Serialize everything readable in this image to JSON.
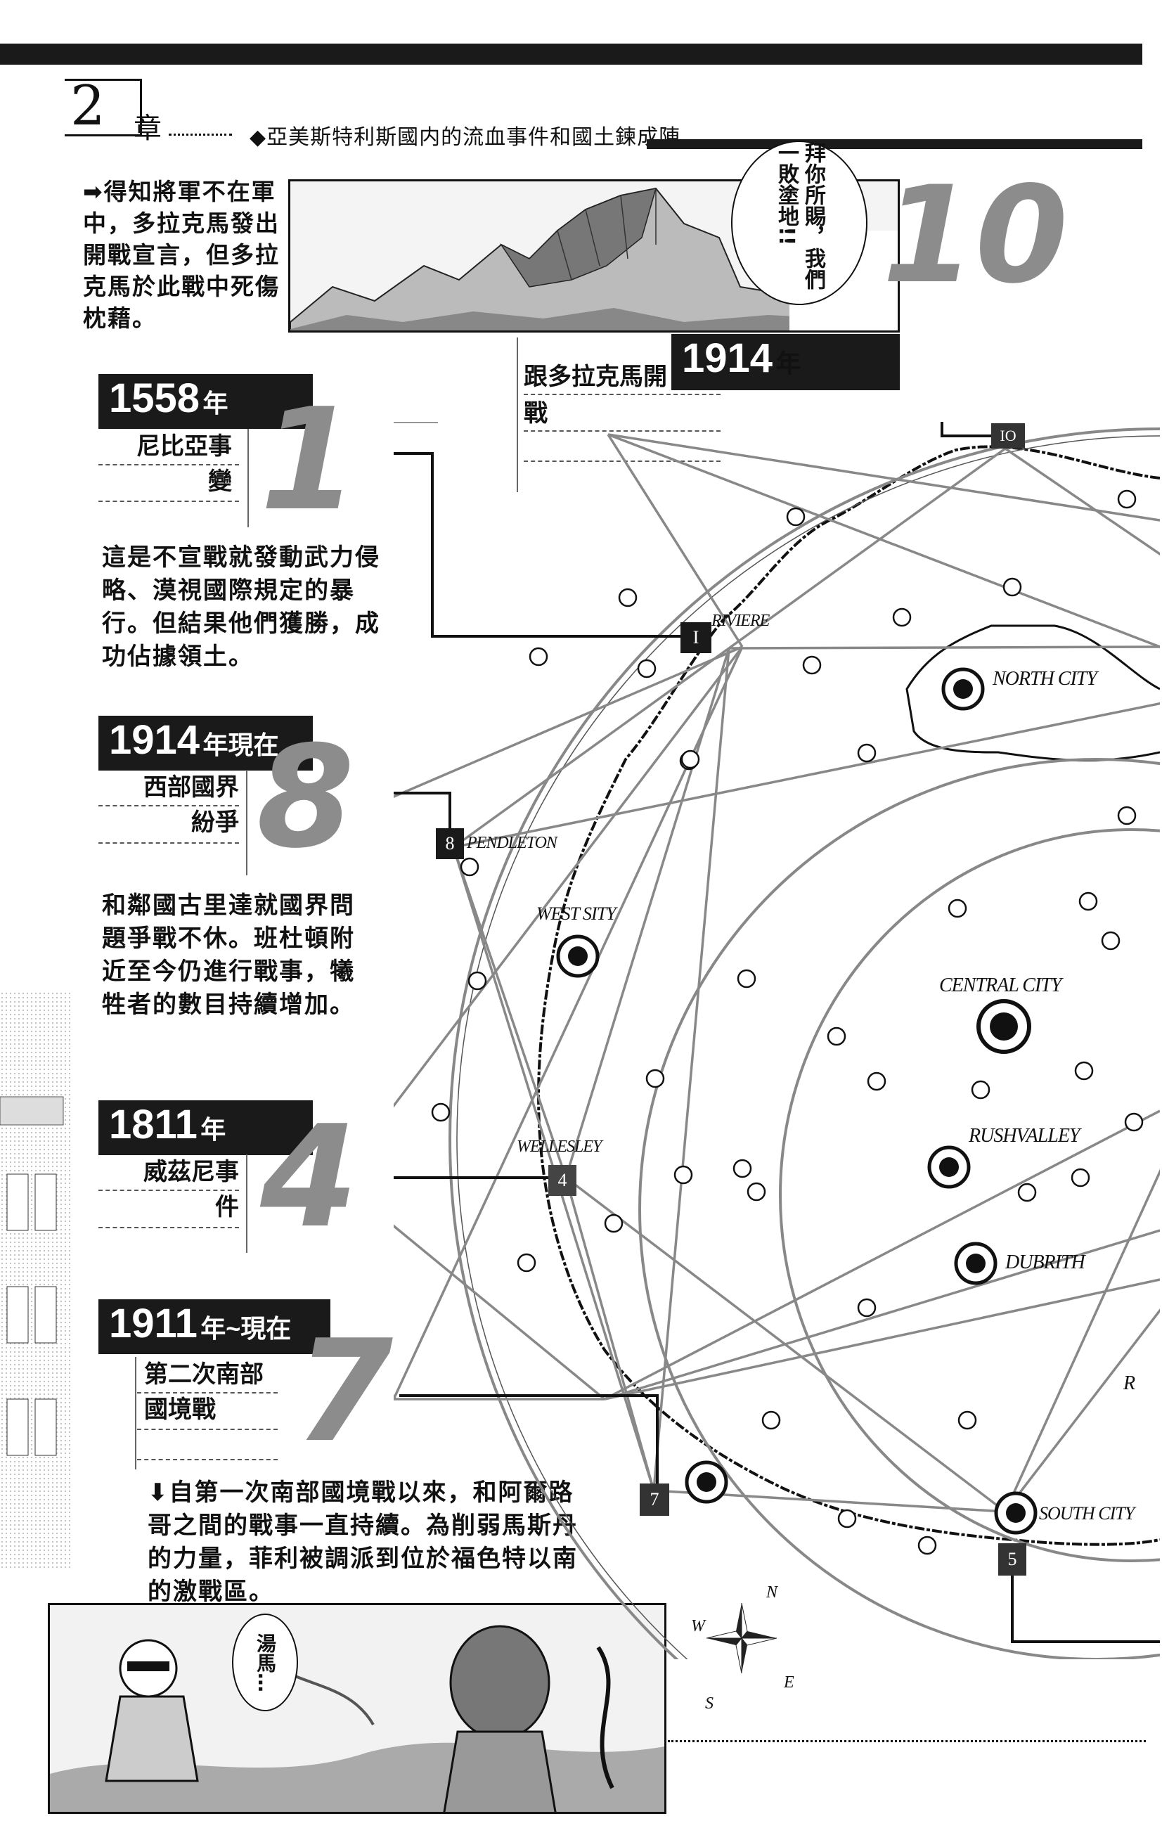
{
  "header": {
    "chapter_number": "2",
    "chapter_char": "章",
    "chapter_title": "◆亞美斯特利斯國内的流血事件和國土鍊成陣"
  },
  "top_panel": {
    "caption": "➡得知將軍不在軍中，多拉克馬發出開戰宣言，但多拉克馬於此戰中死傷枕藉。",
    "speech": "拜你所賜，我們一敗塗地!!"
  },
  "events": [
    {
      "number": "10",
      "year": "1914",
      "suffix": "年",
      "title": "跟多拉克馬開戰",
      "desc": ""
    },
    {
      "number": "1",
      "year": "1558",
      "suffix": "年",
      "title": "尼比亞事變",
      "desc": "這是不宣戰就發動武力侵略、漠視國際規定的暴行。但結果他們獲勝，成功佔據領土。"
    },
    {
      "number": "8",
      "year": "1914",
      "suffix": "年現在",
      "title": "西部國界紛爭",
      "desc": "和鄰國古里達就國界問題爭戰不休。班杜頓附近至今仍進行戰事，犧牲者的數目持續增加。"
    },
    {
      "number": "4",
      "year": "1811",
      "suffix": "年",
      "title": "威茲尼事件",
      "desc": ""
    },
    {
      "number": "7",
      "year": "1911",
      "suffix": "年~現在",
      "title": "第二次南部國境戰",
      "desc": "⬇自第一次南部國境戰以來，和阿爾路哥之間的戰事一直持續。為削弱馬斯丹的力量，菲利被調派到位於福色特以南的激戰區。"
    }
  ],
  "bottom_panel": {
    "speech": "湯馬…"
  },
  "map": {
    "node_markers": [
      "I",
      "8",
      "4",
      "7",
      "5",
      "IO"
    ],
    "place_labels": [
      "RIVIERE",
      "PENDLETON",
      "WEST SITY",
      "WELLESLEY",
      "NORTH CITY",
      "CENTRAL CITY",
      "RUSHVALLEY",
      "DUBRITH",
      "SOUTH CITY",
      "R"
    ],
    "compass": [
      "N",
      "E",
      "S",
      "W"
    ]
  }
}
